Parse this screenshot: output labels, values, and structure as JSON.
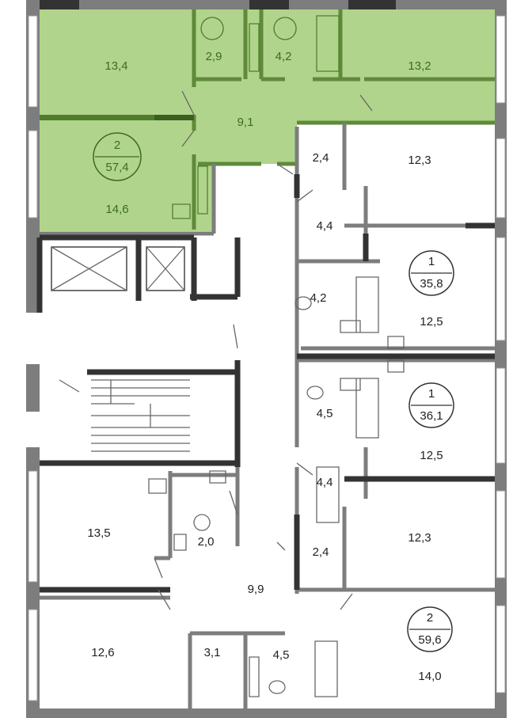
{
  "colors": {
    "highlight": "#b1d48c",
    "highlight_text": "#3d6b1f",
    "wall": "#7d7d7d",
    "wall_dark": "#333333"
  },
  "apartments": [
    {
      "rooms_count": "2",
      "total_area": "57,4",
      "highlighted": true
    },
    {
      "rooms_count": "1",
      "total_area": "35,8",
      "highlighted": false
    },
    {
      "rooms_count": "1",
      "total_area": "36,1",
      "highlighted": false
    },
    {
      "rooms_count": "2",
      "total_area": "59,6",
      "highlighted": false
    }
  ],
  "rooms": [
    "13,4",
    "2,9",
    "4,2",
    "13,2",
    "9,1",
    "14,6",
    "2,4",
    "12,3",
    "4,4",
    "4,2",
    "12,5",
    "4,5",
    "12,5",
    "4,4",
    "12,3",
    "2,4",
    "13,5",
    "2,0",
    "9,9",
    "12,6",
    "3,1",
    "4,5",
    "14,0"
  ]
}
